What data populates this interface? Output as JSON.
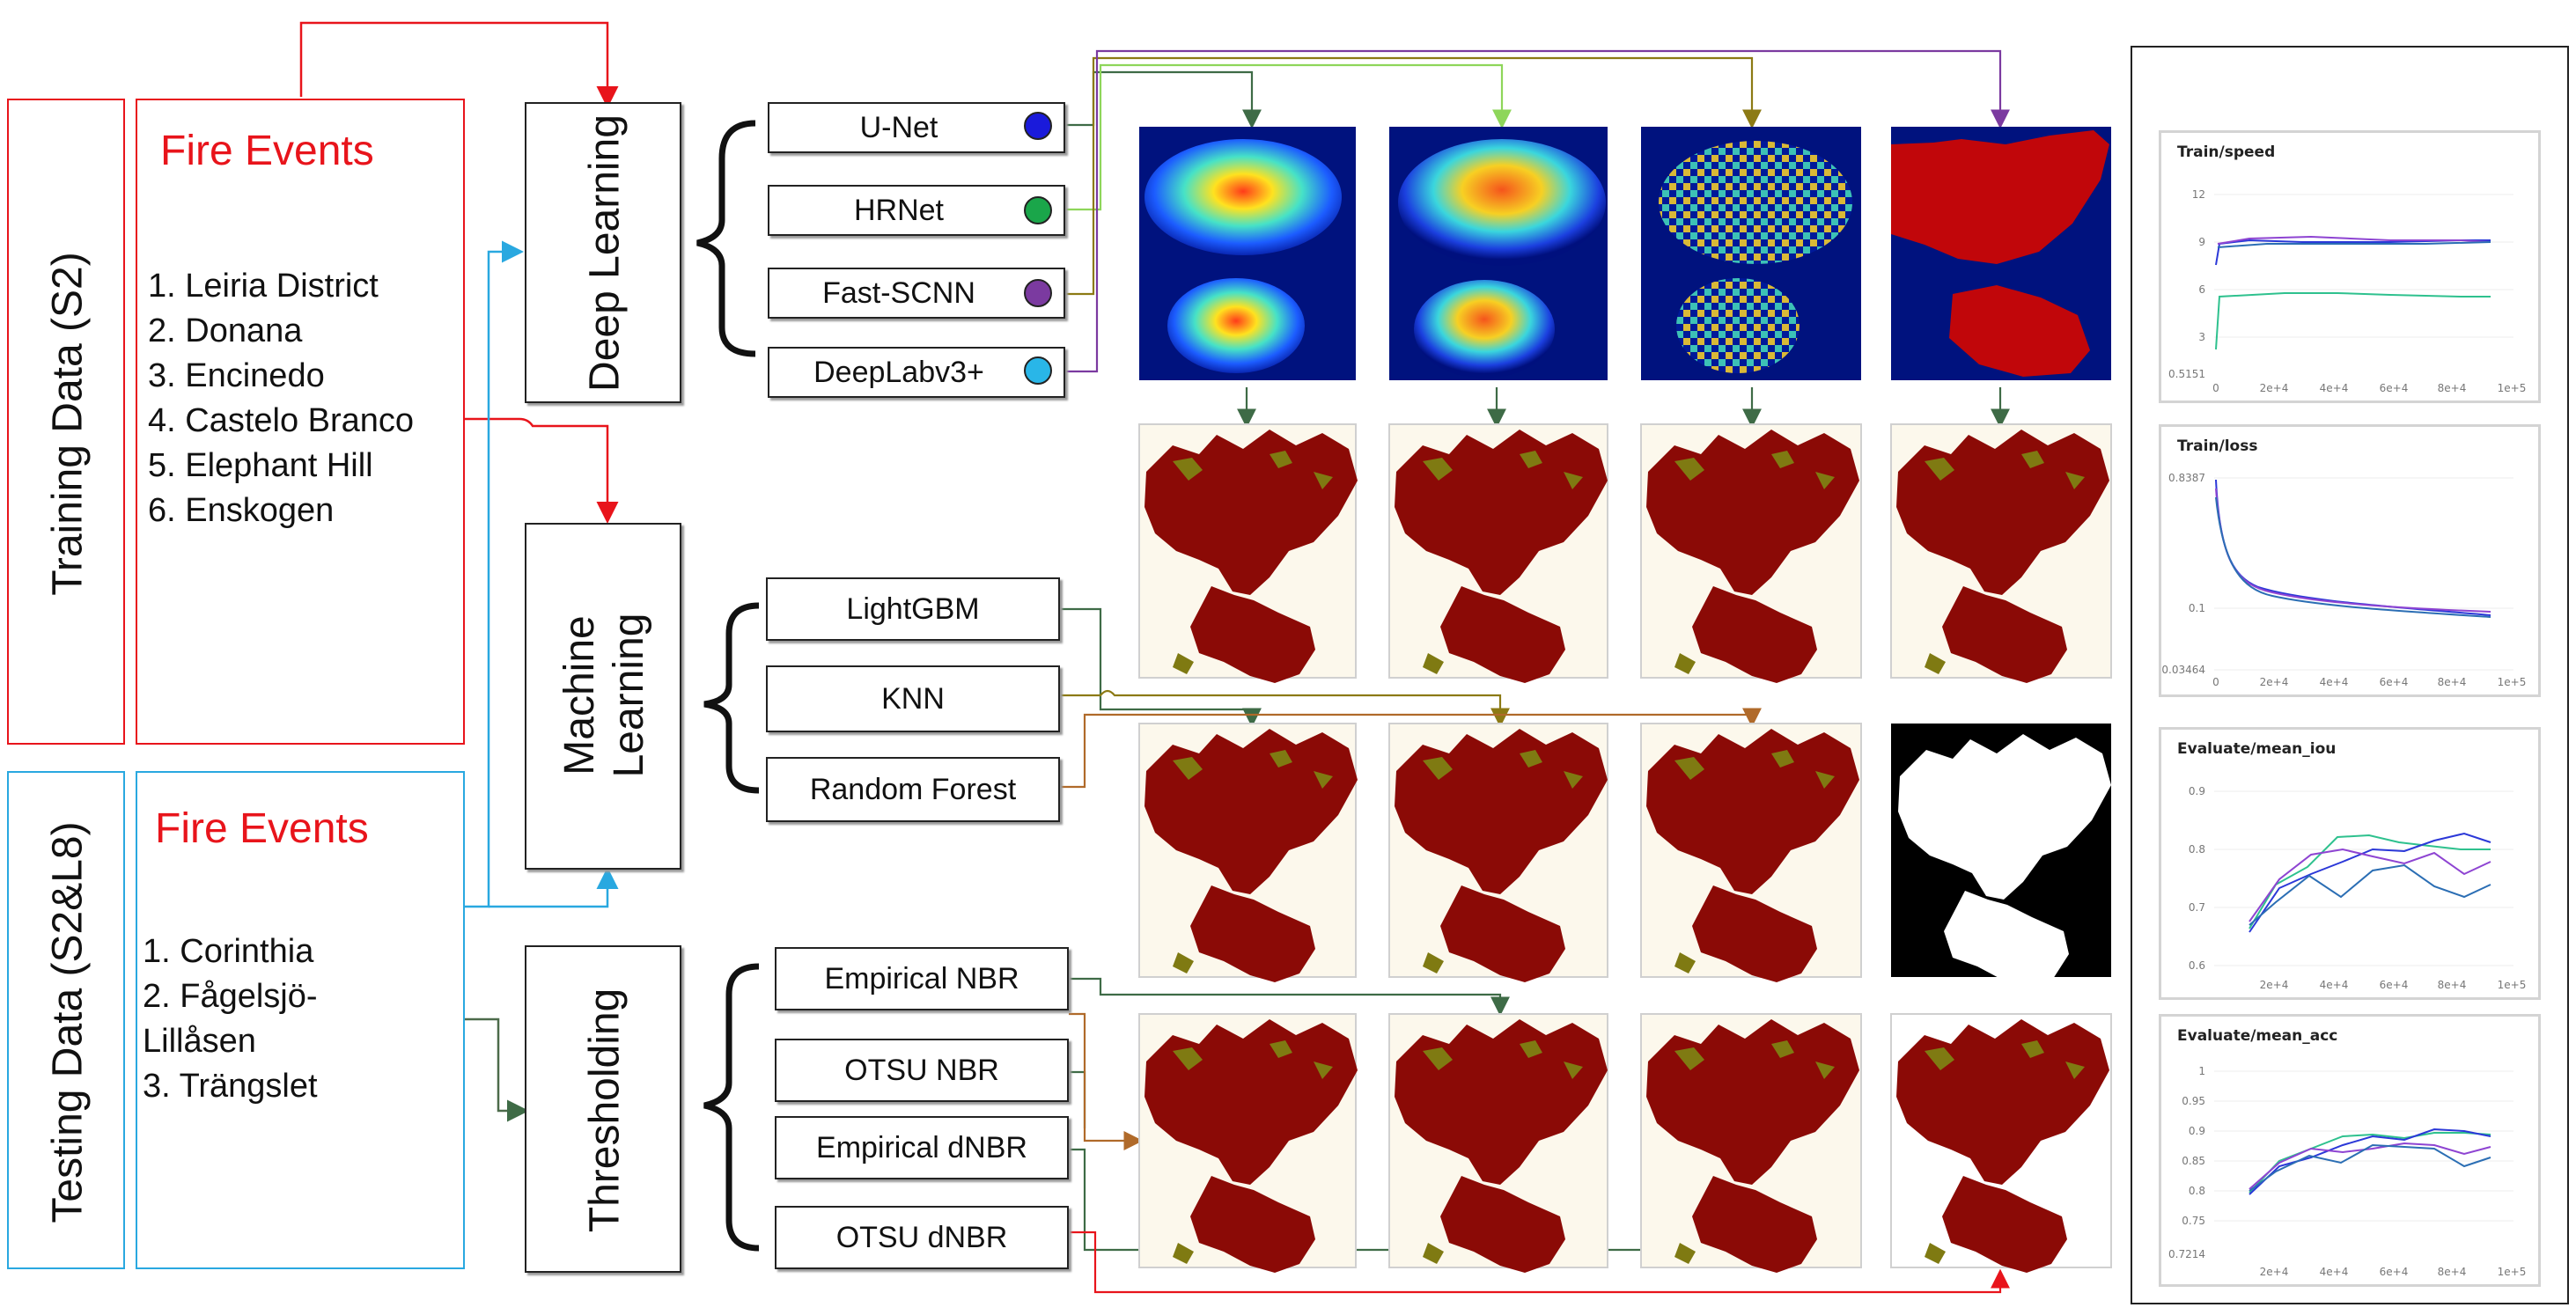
{
  "training": {
    "label": "Training Data (S2)",
    "events_title": "Fire Events",
    "events": [
      "1. Leiria District",
      "2. Donana",
      "3. Encinedo",
      "4. Castelo Branco",
      "5. Elephant Hill",
      "6. Enskogen"
    ]
  },
  "testing": {
    "label": "Testing Data (S2&L8)",
    "events_title": "Fire Events",
    "events": [
      "1. Corinthia",
      "2. Fågelsjö-",
      "Lillåsen",
      "3. Trängslet"
    ]
  },
  "categories": {
    "deep_learning": "Deep Learning",
    "ml_line1": "Machine",
    "ml_line2": "Learning",
    "thresholding": "Thresholding"
  },
  "dl_models": [
    {
      "label": "U-Net",
      "color": "#1a1adb"
    },
    {
      "label": "HRNet",
      "color": "#1aa64a"
    },
    {
      "label": "Fast-SCNN",
      "color": "#7b3aa0"
    },
    {
      "label": "DeepLabv3+",
      "color": "#29b6e8"
    }
  ],
  "ml_models": [
    "LightGBM",
    "KNN",
    "Random Forest"
  ],
  "th_methods": [
    "Empirical NBR",
    "OTSU NBR",
    "Empirical dNBR",
    "OTSU dNBR"
  ],
  "colors": {
    "training_border": "#e8141b",
    "testing_border": "#29a8e0",
    "burned": "#8b0a06",
    "olive": "#7f7a12",
    "background_map": "#fcf8ec",
    "unet_arrow": "#3e6b46",
    "hrnet_arrow": "#8ed65a",
    "fastscnn_arrow": "#8c7a14",
    "deeplab_arrow": "#7b3aa0"
  },
  "panels": [
    {
      "title": "Train/speed",
      "yticks": [
        "12",
        "9",
        "6",
        "3",
        "0.5151"
      ],
      "xticks": [
        "0",
        "2e+4",
        "4e+4",
        "6e+4",
        "8e+4",
        "1e+5"
      ]
    },
    {
      "title": "Train/loss",
      "yticks": [
        "0.8387",
        "0.1",
        "0.03464"
      ],
      "xticks": [
        "0",
        "2e+4",
        "4e+4",
        "6e+4",
        "8e+4",
        "1e+5"
      ]
    },
    {
      "title": "Evaluate/mean_iou",
      "yticks": [
        "0.9",
        "0.8",
        "0.7",
        "0.6"
      ],
      "xticks": [
        "2e+4",
        "4e+4",
        "6e+4",
        "8e+4",
        "1e+5"
      ]
    },
    {
      "title": "Evaluate/mean_acc",
      "yticks": [
        "1",
        "0.95",
        "0.9",
        "0.85",
        "0.8",
        "0.75",
        "0.7214"
      ],
      "xticks": [
        "2e+4",
        "4e+4",
        "6e+4",
        "8e+4",
        "1e+5"
      ]
    }
  ]
}
